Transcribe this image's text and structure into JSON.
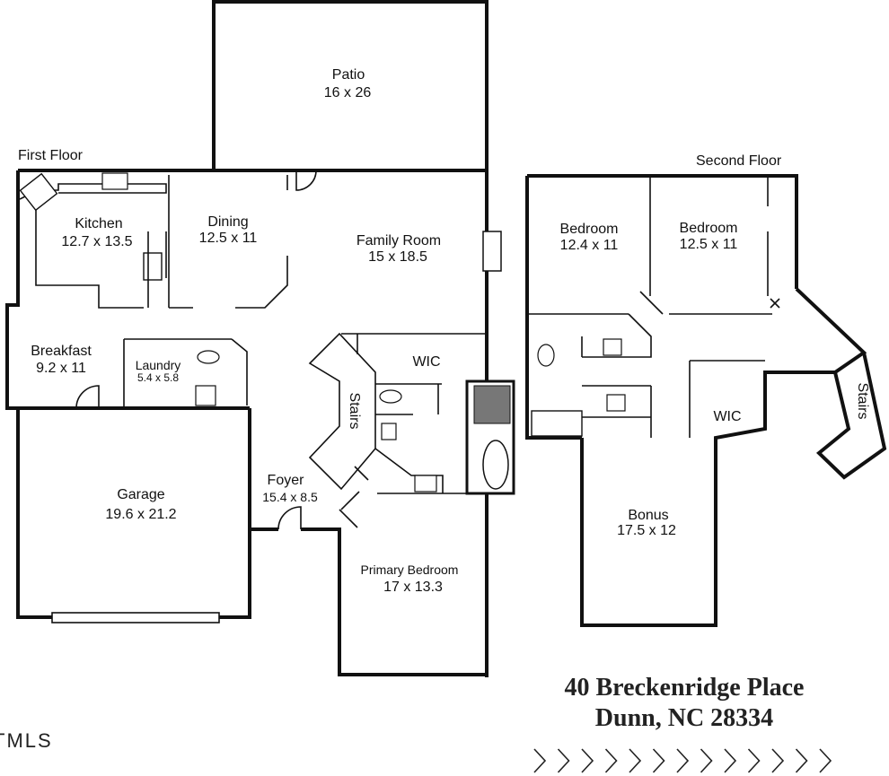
{
  "floors": {
    "first": "First Floor",
    "second": "Second Floor"
  },
  "rooms": {
    "patio": {
      "name": "Patio",
      "dims": "16 x 26"
    },
    "kitchen": {
      "name": "Kitchen",
      "dims": "12.7 x 13.5"
    },
    "dining": {
      "name": "Dining",
      "dims": "12.5 x 11"
    },
    "family": {
      "name": "Family Room",
      "dims": "15 x 18.5"
    },
    "breakfast": {
      "name": "Breakfast",
      "dims": "9.2 x 11"
    },
    "laundry": {
      "name": "Laundry",
      "dims": "5.4 x 5.8"
    },
    "wic1": {
      "name": "WIC"
    },
    "stairs1": {
      "name": "Stairs"
    },
    "foyer": {
      "name": "Foyer",
      "dims": "15.4 x 8.5"
    },
    "garage": {
      "name": "Garage",
      "dims": "19.6 x 21.2"
    },
    "primary": {
      "name": "Primary Bedroom",
      "dims": "17 x 13.3"
    },
    "bedroom1": {
      "name": "Bedroom",
      "dims": "12.4 x 11"
    },
    "bedroom2": {
      "name": "Bedroom",
      "dims": "12.5 x 11"
    },
    "wic2": {
      "name": "WIC"
    },
    "stairs2": {
      "name": "Stairs"
    },
    "bonus": {
      "name": "Bonus",
      "dims": "17.5 x 12"
    }
  },
  "address": {
    "line1": "40 Breckenridge Place",
    "line2": "Dunn, NC 28334"
  },
  "logo": "TMLS",
  "chevrons": ">>>>>>>>>>>>>"
}
